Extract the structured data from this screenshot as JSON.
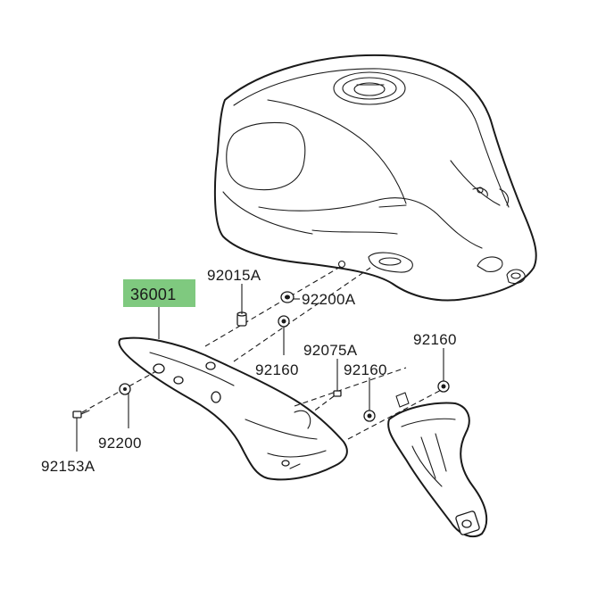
{
  "parts": {
    "p36001": "36001",
    "p92015A": "92015A",
    "p92200A": "92200A",
    "p92075A": "92075A",
    "p92160_a": "92160",
    "p92160_b": "92160",
    "p92160_c": "92160",
    "p92200": "92200",
    "p92153A": "92153A"
  },
  "highlight_color": "#7fc97f"
}
